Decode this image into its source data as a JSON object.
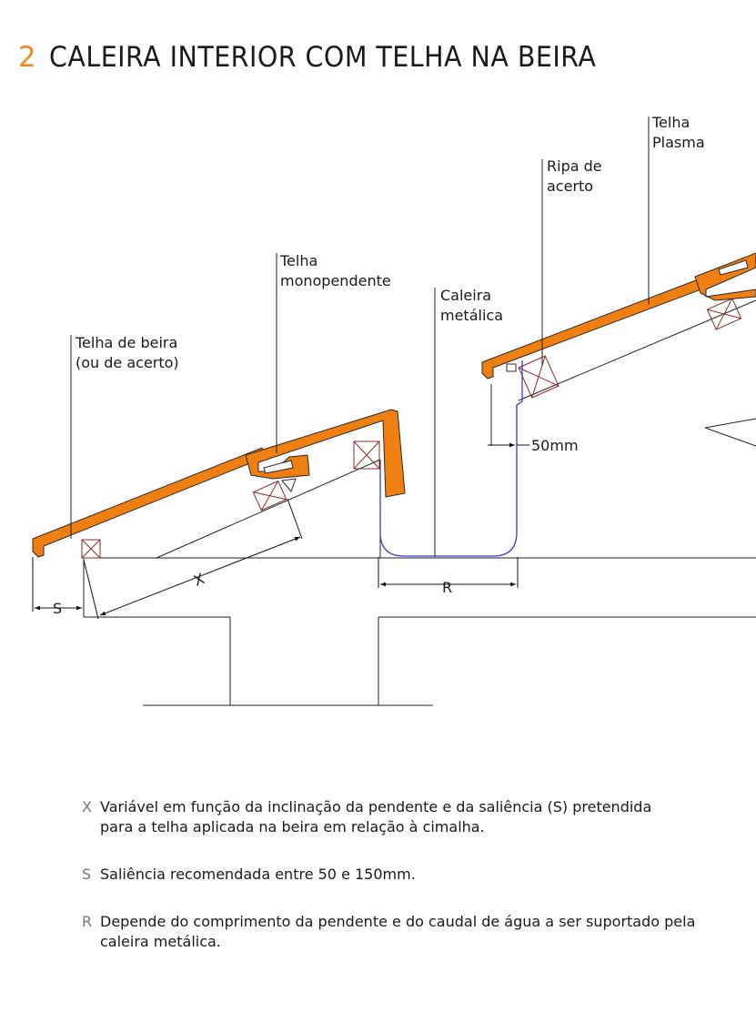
{
  "title": {
    "number": "2",
    "text": "CALEIRA INTERIOR COM TELHA NA BEIRA"
  },
  "colors": {
    "tile_orange": "#f07f12",
    "gutter_blue": "#3a3acf",
    "batten_red": "#8b2d2d",
    "accent": "#f08a1c"
  },
  "labels": {
    "telha_plasma": [
      "Telha",
      "Plasma"
    ],
    "ripa_acerto": [
      "Ripa de",
      "acerto"
    ],
    "telha_monopendente": [
      "Telha",
      "monopendente"
    ],
    "caleira_metalica": [
      "Caleira",
      "metálica"
    ],
    "telha_beira": [
      "Telha de beira",
      "(ou de acerto)"
    ]
  },
  "dimensions": {
    "x": "X",
    "s": "S",
    "r": "R",
    "gap": "50mm"
  },
  "notes": [
    {
      "letter": "X",
      "lines": [
        "Variável em função da inclinação da pendente e da saliência (S) pretendida",
        "para a telha aplicada na beira em relação à cimalha."
      ]
    },
    {
      "letter": "S",
      "lines": [
        "Saliência recomendada entre 50 e 150mm."
      ]
    },
    {
      "letter": "R",
      "lines": [
        "Depende do comprimento da pendente e do caudal de água a ser suportado pela",
        "caleira metálica."
      ]
    }
  ]
}
